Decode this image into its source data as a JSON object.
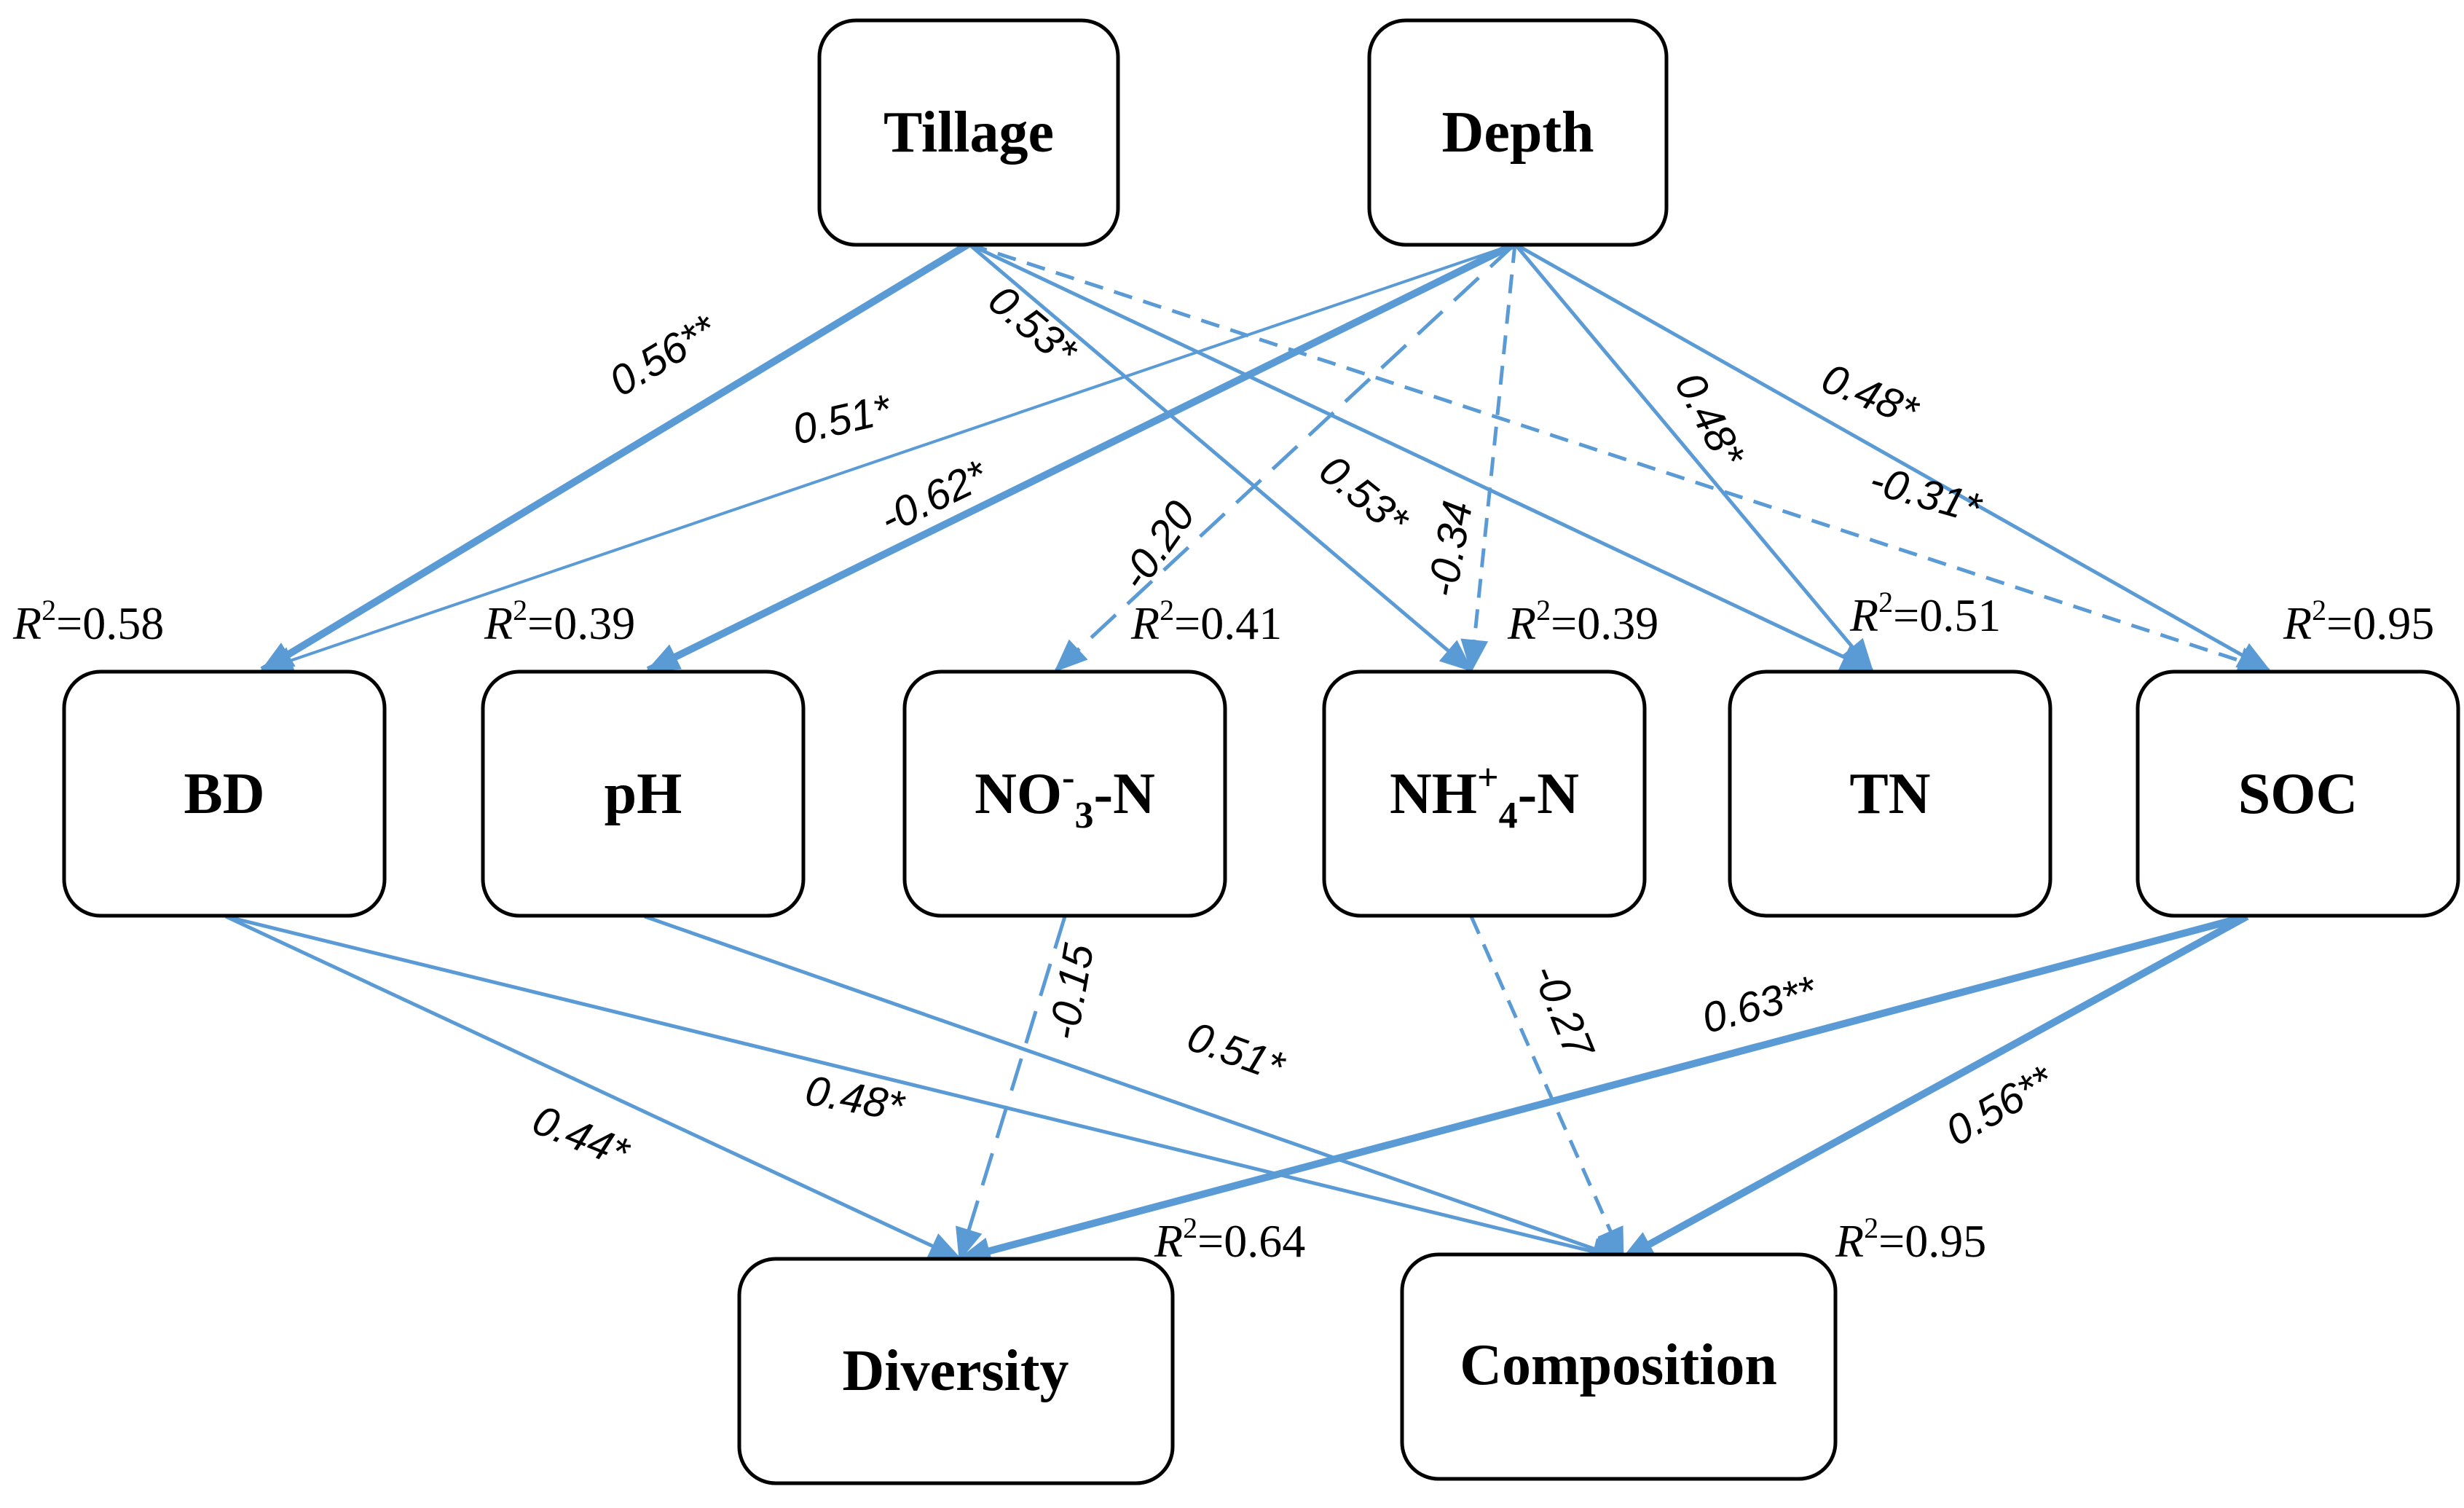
{
  "colors": {
    "arrow": "#5b9bd5",
    "box_border": "#000000",
    "text": "#000000"
  },
  "nodes": {
    "tillage": {
      "label": "Tillage"
    },
    "depth": {
      "label": "Depth"
    },
    "bd": {
      "label": "BD",
      "r2": "=0.58"
    },
    "ph": {
      "label": "pH",
      "r2": "=0.39"
    },
    "no3": {
      "label_main": "NO",
      "label_sup": "-",
      "label_sub": "3",
      "label_tail": "-N",
      "r2": "=0.41"
    },
    "nh4": {
      "label_main": "NH",
      "label_sup": "+",
      "label_sub": "4",
      "label_tail": "-N",
      "r2": "=0.39"
    },
    "tn": {
      "label": "TN",
      "r2": "=0.51"
    },
    "soc": {
      "label": "SOC",
      "r2": "=0.95"
    },
    "diversity": {
      "label": "Diversity",
      "r2": "=0.64"
    },
    "composition": {
      "label": "Composition",
      "r2": "=0.95"
    }
  },
  "r2_prefix": {
    "letter": "R",
    "power": "2"
  },
  "edges": [
    {
      "id": "tillage-bd",
      "from": "Tillage",
      "to": "BD",
      "label": "0.56**",
      "dashed": false,
      "strength": "strong"
    },
    {
      "id": "tillage-nh4",
      "from": "Tillage",
      "to": "NH4-N",
      "label": "0.53*",
      "dashed": false,
      "strength": "normal"
    },
    {
      "id": "tillage-tn",
      "from": "Tillage",
      "to": "TN",
      "label": "0.53*",
      "dashed": false,
      "strength": "normal"
    },
    {
      "id": "tillage-soc",
      "from": "Tillage",
      "to": "SOC",
      "label": "-0.31*",
      "dashed": true,
      "strength": "normal"
    },
    {
      "id": "depth-bd",
      "from": "Depth",
      "to": "BD",
      "label": "0.51*",
      "dashed": false,
      "strength": "thin"
    },
    {
      "id": "depth-ph",
      "from": "Depth",
      "to": "pH",
      "label": "-0.62*",
      "dashed": false,
      "strength": "strong"
    },
    {
      "id": "depth-no3",
      "from": "Depth",
      "to": "NO3-N",
      "label": "-0.20",
      "dashed": true,
      "strength": "normal"
    },
    {
      "id": "depth-nh4",
      "from": "Depth",
      "to": "NH4-N",
      "label": "-0.34",
      "dashed": true,
      "strength": "normal"
    },
    {
      "id": "depth-tn",
      "from": "Depth",
      "to": "TN",
      "label": "0.48*",
      "dashed": false,
      "strength": "normal"
    },
    {
      "id": "depth-soc",
      "from": "Depth",
      "to": "SOC",
      "label": "0.48*",
      "dashed": false,
      "strength": "normal"
    },
    {
      "id": "bd-diversity",
      "from": "BD",
      "to": "Diversity",
      "label": "0.44*",
      "dashed": false,
      "strength": "normal"
    },
    {
      "id": "bd-composition",
      "from": "BD",
      "to": "Composition",
      "label": "0.48*",
      "dashed": false,
      "strength": "normal"
    },
    {
      "id": "ph-composition",
      "from": "pH",
      "to": "Composition",
      "label": "0.51*",
      "dashed": false,
      "strength": "normal"
    },
    {
      "id": "no3-diversity",
      "from": "NO3-N",
      "to": "Diversity",
      "label": "-0.15",
      "dashed": true,
      "strength": "normal"
    },
    {
      "id": "nh4-composition",
      "from": "NH4-N",
      "to": "Composition",
      "label": "-0.27",
      "dashed": true,
      "strength": "normal"
    },
    {
      "id": "soc-diversity",
      "from": "SOC",
      "to": "Diversity",
      "label": "0.63**",
      "dashed": false,
      "strength": "strong"
    },
    {
      "id": "soc-composition",
      "from": "SOC",
      "to": "Composition",
      "label": "0.56**",
      "dashed": false,
      "strength": "strong"
    }
  ]
}
